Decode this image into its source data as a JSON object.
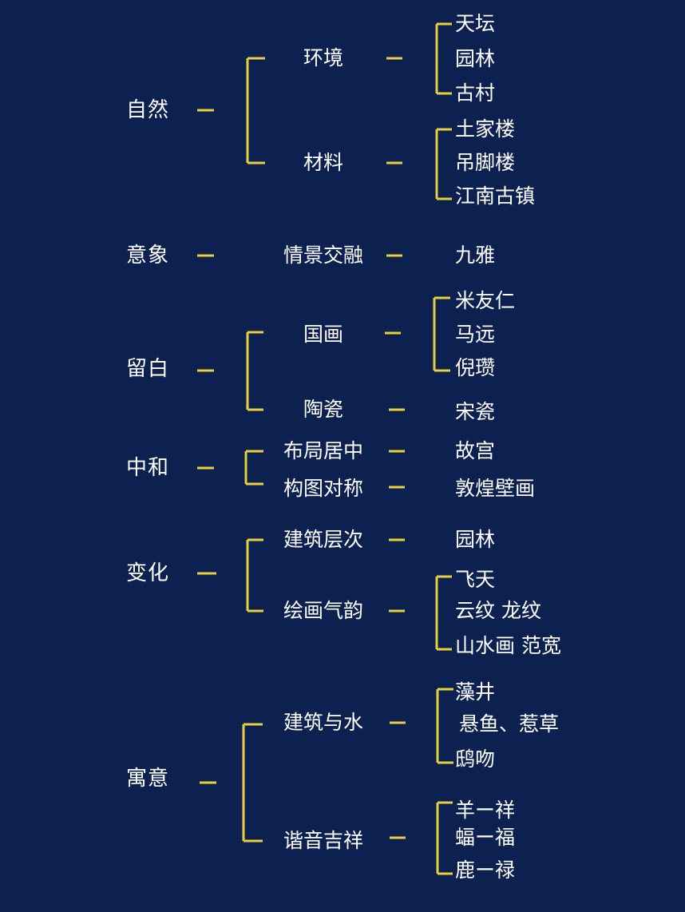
{
  "colors": {
    "background": "#0c2150",
    "connector": "#e8d03c",
    "text": "#ffffff"
  },
  "groups": [
    {
      "label": "自然",
      "children": [
        {
          "label": "环境",
          "leaves": [
            "天坛",
            "园林",
            "古村"
          ]
        },
        {
          "label": "材料",
          "leaves": [
            "土家楼",
            "吊脚楼",
            "江南古镇"
          ]
        }
      ]
    },
    {
      "label": "意象",
      "children": [
        {
          "label": "情景交融",
          "leaves": [
            "九雅"
          ]
        }
      ]
    },
    {
      "label": "留白",
      "children": [
        {
          "label": "国画",
          "leaves": [
            "米友仁",
            "马远",
            "倪瓒"
          ]
        },
        {
          "label": "陶瓷",
          "leaves": [
            "宋瓷"
          ]
        }
      ]
    },
    {
      "label": "中和",
      "children": [
        {
          "label": "布局居中",
          "leaves": [
            "故宫"
          ]
        },
        {
          "label": "构图对称",
          "leaves": [
            "敦煌壁画"
          ]
        }
      ]
    },
    {
      "label": "变化",
      "children": [
        {
          "label": "建筑层次",
          "leaves": [
            "园林"
          ]
        },
        {
          "label": "绘画气韵",
          "leaves": [
            "飞天",
            "云纹 龙纹",
            "山水画 范宽"
          ]
        }
      ]
    },
    {
      "label": "寓意",
      "children": [
        {
          "label": "建筑与水",
          "leaves": [
            "藻井",
            "悬鱼、惹草",
            "鸱吻"
          ]
        },
        {
          "label": "谐音吉祥",
          "leaves": [
            "羊ー祥",
            "蝠ー福",
            "鹿ー禄"
          ]
        }
      ]
    }
  ]
}
